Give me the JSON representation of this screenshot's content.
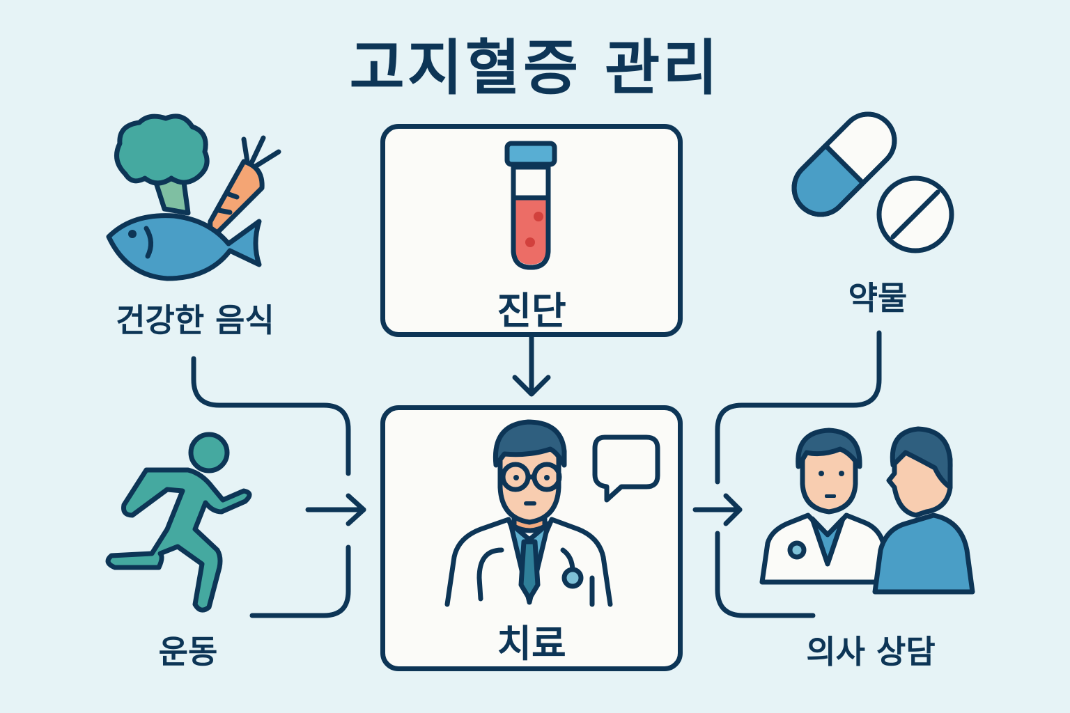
{
  "title": "고지혈증 관리",
  "nodes": {
    "diagnosis": {
      "label": "진단",
      "icon": "test-tube-icon"
    },
    "treatment": {
      "label": "치료",
      "icon": "doctor-icon"
    },
    "healthy_food": {
      "label": "건강한 음식",
      "icon": "healthy-food-icon"
    },
    "exercise": {
      "label": "운동",
      "icon": "running-person-icon"
    },
    "medication": {
      "label": "약물",
      "icon": "pills-icon"
    },
    "doctor_consult": {
      "label": "의사 상담",
      "icon": "doctor-consultation-icon"
    }
  },
  "edges": [
    {
      "from": "diagnosis",
      "to": "treatment"
    },
    {
      "from": "healthy_food",
      "to": "treatment"
    },
    {
      "from": "exercise",
      "to": "treatment"
    },
    {
      "from": "treatment",
      "to": "doctor_consult"
    },
    {
      "from": "medication",
      "to": "doctor_consult"
    }
  ],
  "colors": {
    "background": "#e6f3f6",
    "ink": "#0d3556",
    "box_fill": "#fbfbf8",
    "teal": "#45a9a0",
    "blue": "#4a9ec6",
    "blood": "#ec6d66",
    "carrot": "#f4a574",
    "skin": "#f8cdb0",
    "hair": "#2f5f7f"
  }
}
